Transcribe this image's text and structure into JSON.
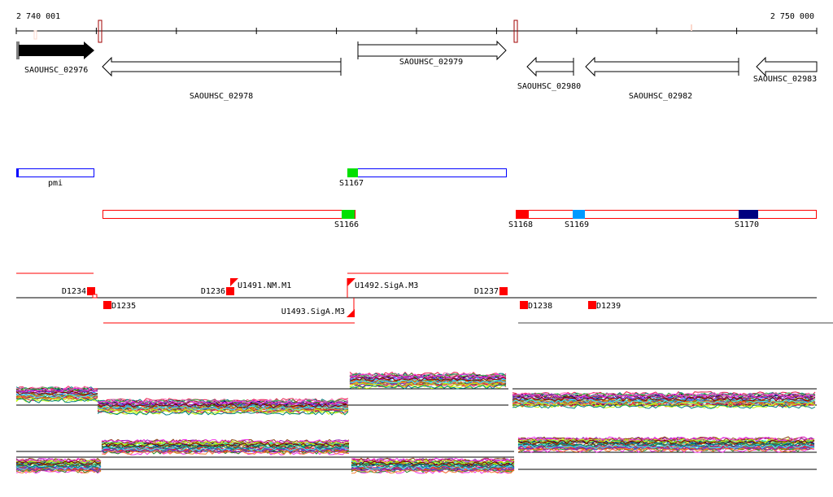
{
  "ruler": {
    "start_label": "2 740 001",
    "end_label": "2 750 000"
  },
  "genes": [
    {
      "name": "SAOUHSC_02976",
      "strand": "+",
      "filled": true
    },
    {
      "name": "SAOUHSC_02978",
      "strand": "-"
    },
    {
      "name": "SAOUHSC_02979",
      "strand": "+"
    },
    {
      "name": "SAOUHSC_02980",
      "strand": "-"
    },
    {
      "name": "SAOUHSC_02982",
      "strand": "-"
    },
    {
      "name": "SAOUHSC_02983",
      "strand": "-"
    }
  ],
  "features": {
    "pmi": "pmi",
    "s1167": "S1167",
    "s1166": "S1166",
    "s1168": "S1168",
    "s1169": "S1169",
    "s1170": "S1170"
  },
  "breakpoints": {
    "d1234": "D1234",
    "d1235": "D1235",
    "d1236": "D1236",
    "d1237": "D1237",
    "d1238": "D1238",
    "d1239": "D1239",
    "u1491": "U1491.NM.M1",
    "u1492": "U1492.SigA.M3",
    "u1493": "U1493.SigA.M3"
  },
  "colors": {
    "red": "#ff0000",
    "green": "#00e000",
    "blue": "#0000ff",
    "lightblue": "#0099ff",
    "navy": "#000080",
    "darkred": "#a00000"
  }
}
